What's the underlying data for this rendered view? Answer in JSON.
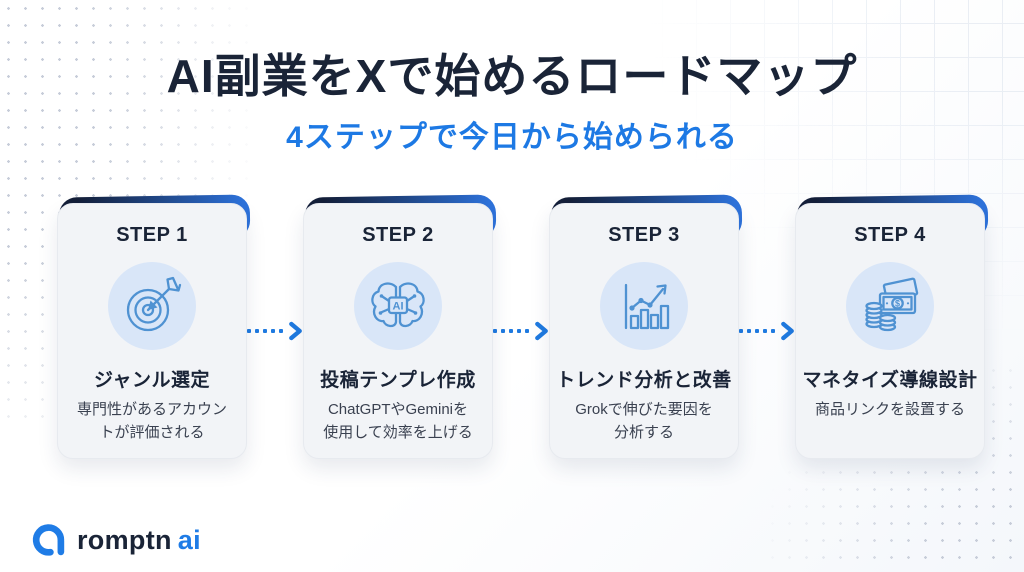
{
  "header": {
    "title": "AI副業をXで始めるロードマップ",
    "subtitle": "4ステップで今日から始められる"
  },
  "steps": [
    {
      "label": "STEP 1",
      "icon": "target-icon",
      "title": "ジャンル選定",
      "desc": "専門性があるアカウン\nトが評価される"
    },
    {
      "label": "STEP 2",
      "icon": "ai-brain-icon",
      "icon_label": "AI",
      "title": "投稿テンプレ作成",
      "desc": "ChatGPTやGeminiを\n使用して効率を上げる"
    },
    {
      "label": "STEP 3",
      "icon": "trend-chart-icon",
      "title": "トレンド分析と改善",
      "desc": "Grokで伸びた要因を\n分析する"
    },
    {
      "label": "STEP 4",
      "icon": "money-icon",
      "icon_label": "$",
      "title": "マネタイズ導線設計",
      "desc": "商品リンクを設置する"
    }
  ],
  "logo": {
    "name": "romptn",
    "suffix": "ai"
  },
  "colors": {
    "navy": "#1a2437",
    "accent_blue": "#1f7ae0",
    "subtitle_blue": "#1d79e4",
    "card_bg": "#f2f4f7",
    "icon_circle_bg": "#d9e6f8",
    "icon_stroke": "#4f92d2",
    "accent_bar_gradient_start": "#141f39",
    "accent_bar_gradient_end": "#2e72da"
  }
}
